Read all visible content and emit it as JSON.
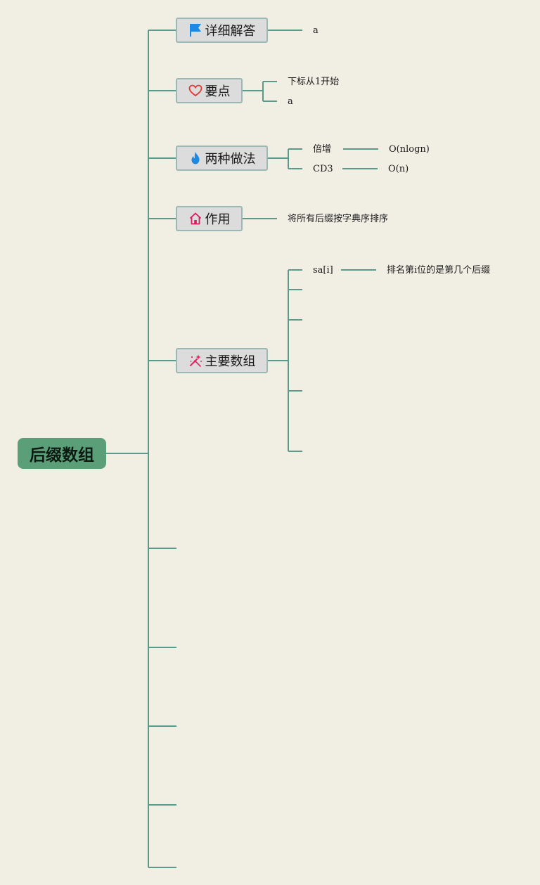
{
  "root": {
    "label": "后缀数组"
  },
  "branches": [
    {
      "label": "详细解答",
      "icon": "flag-icon",
      "children": [
        {
          "label": "a"
        }
      ]
    },
    {
      "label": "要点",
      "icon": "heart-icon",
      "children": [
        {
          "label": "下标从1开始"
        },
        {
          "label": "a"
        }
      ]
    },
    {
      "label": "两种做法",
      "icon": "flame-icon",
      "children": [
        {
          "label": "倍增",
          "child": "O(nlogn)"
        },
        {
          "label": "CD3",
          "child": "O(n)"
        }
      ]
    },
    {
      "label": "作用",
      "icon": "home-icon",
      "children": [
        {
          "label": "将所有后缀按字典序排序"
        }
      ]
    },
    {
      "label": "主要数组",
      "icon": "magic-wand-icon",
      "children": [
        {
          "label": "sa[i]",
          "child": "排名第i位的是第几个后缀"
        },
        {
          "label": ""
        },
        {
          "label": ""
        },
        {
          "label": ""
        },
        {
          "label": ""
        }
      ]
    }
  ],
  "colors": {
    "line": "#5b9a8b",
    "root": "#5b9f79",
    "background": "#f1eee4",
    "flag": "#1e88e5",
    "heart": "#e53935",
    "flame": "#1e88e5",
    "home": "#d81b60",
    "wand": "#e91e63"
  }
}
